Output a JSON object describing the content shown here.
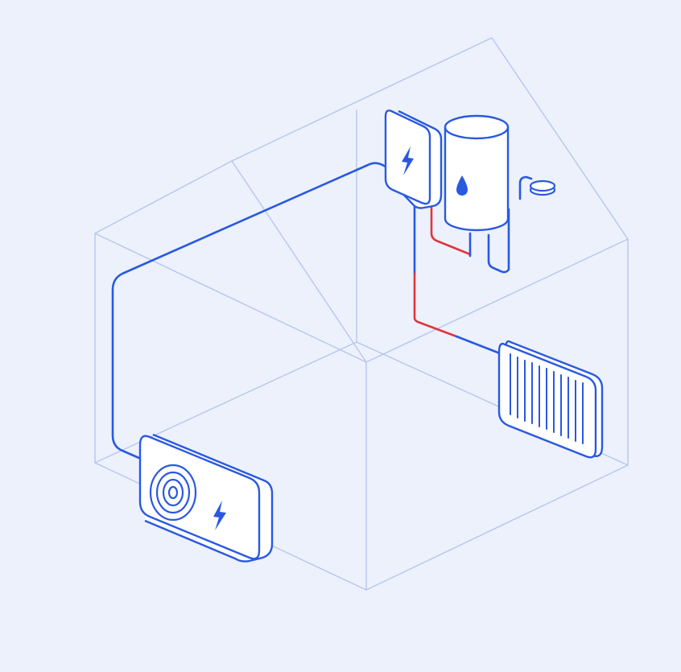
{
  "diagram": {
    "kind": "isometric heat pump system illustration",
    "colors": {
      "background": "#ecf1fb",
      "house_outline": "#b7c6ef",
      "equipment_stroke": "#2a59e0",
      "equipment_fill": "#ffffff",
      "hot_pipe": "#e0353d",
      "cold_pipe": "#2a59e0",
      "icon_fill": "#2a59e0"
    },
    "components": [
      {
        "id": "outdoor-unit",
        "icon": "fan-rings-icon",
        "badge": "lightning-bolt-icon"
      },
      {
        "id": "control-box",
        "icon": "lightning-bolt-icon"
      },
      {
        "id": "water-tank",
        "icon": "water-drop-icon"
      },
      {
        "id": "tap-outlet",
        "icon": "tap-outlet-icon"
      },
      {
        "id": "radiator",
        "icon": "radiator-fins-icon"
      }
    ],
    "connections": [
      {
        "from": "outdoor-unit",
        "to": "control-box",
        "type": "cold"
      },
      {
        "from": "control-box",
        "to": "water-tank",
        "type": "hot"
      },
      {
        "from": "control-box",
        "to": "radiator",
        "type": "hot-and-cold"
      },
      {
        "from": "water-tank",
        "to": "tap-outlet",
        "type": "cold"
      }
    ]
  }
}
